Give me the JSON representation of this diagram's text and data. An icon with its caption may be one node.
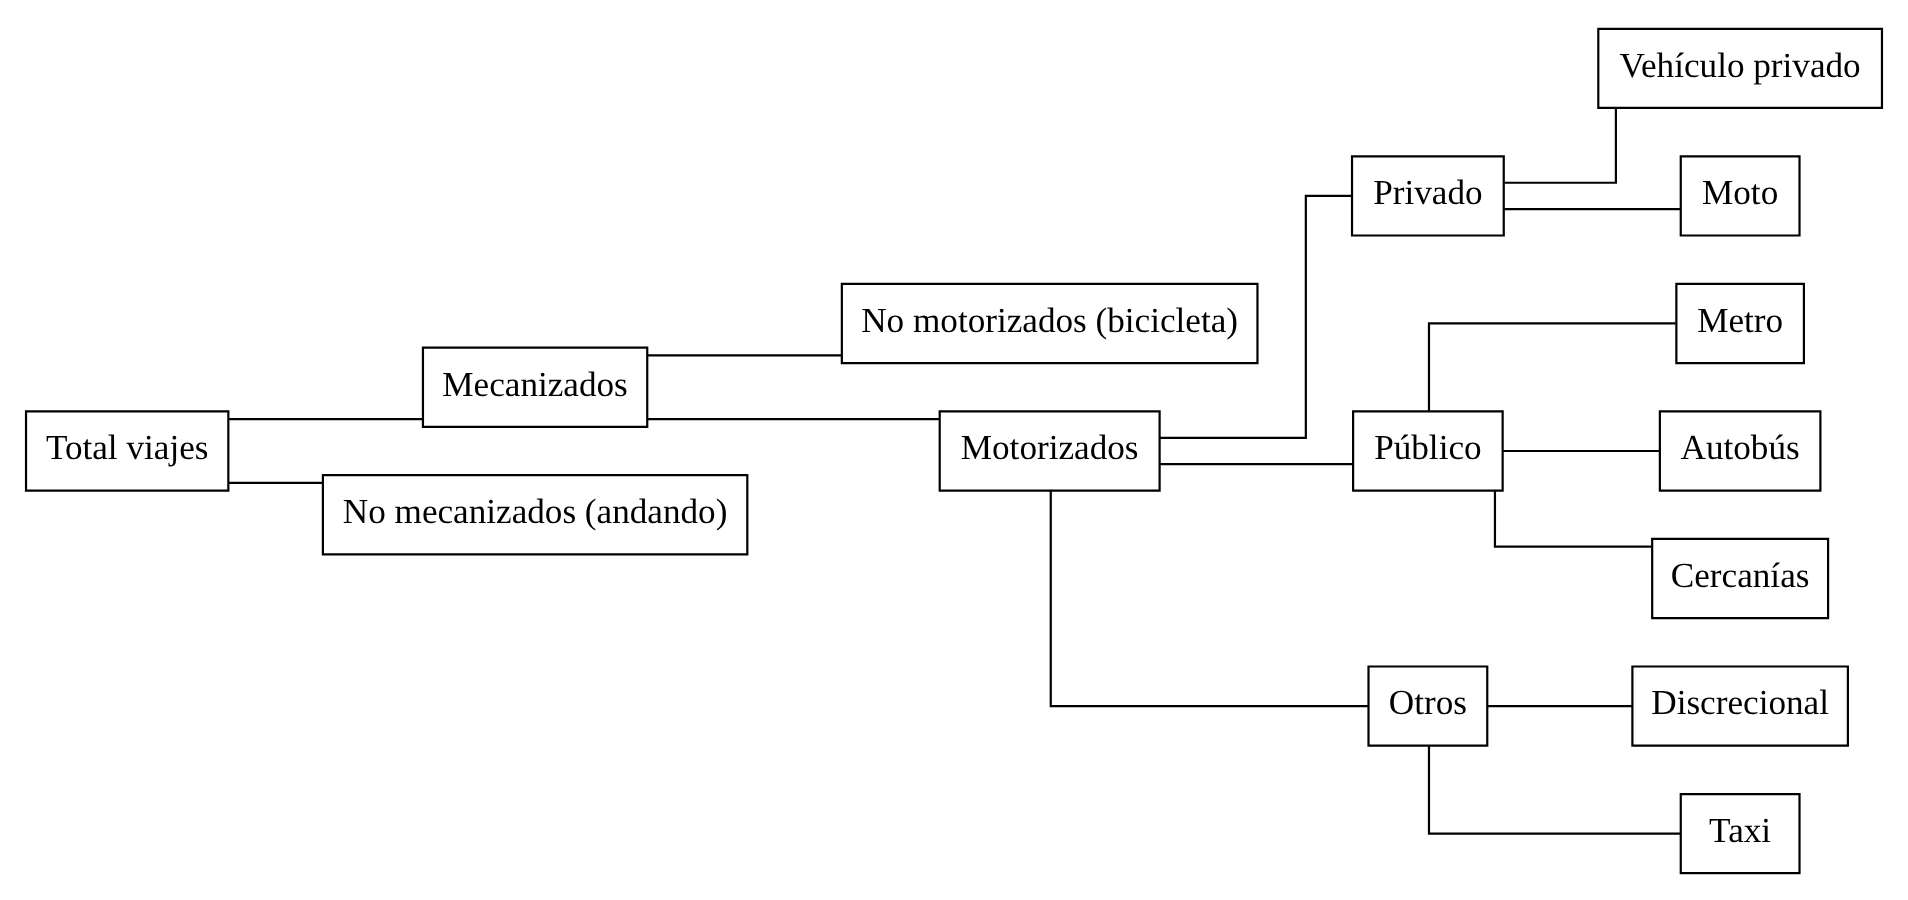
{
  "diagram": {
    "nodes": [
      {
        "text": [
          "Total viajes"
        ]
      },
      {
        "text": [
          "Mecanizados"
        ]
      },
      {
        "text": [
          "No mecanizados (andando)"
        ]
      },
      {
        "text": [
          "No motorizados (bicicleta)"
        ]
      },
      {
        "text": [
          "Motorizados"
        ]
      },
      {
        "text": [
          "Privado"
        ]
      },
      {
        "text": [
          "Público"
        ]
      },
      {
        "text": [
          "Otros"
        ]
      },
      {
        "text": [
          "Vehículo privado"
        ]
      },
      {
        "text": [
          "Moto"
        ]
      },
      {
        "text": [
          "Metro"
        ]
      },
      {
        "text": [
          "Autobús"
        ]
      },
      {
        "text": [
          "Cercanías"
        ]
      },
      {
        "text": [
          "Discrecional"
        ]
      },
      {
        "text": [
          "Taxi"
        ]
      }
    ],
    "edges": [
      {
        "from": 0,
        "to": 1,
        "arrow": "none"
      },
      {
        "from": 0,
        "to": 2,
        "arrow": "none"
      },
      {
        "from": 1,
        "to": 3,
        "arrow": "none"
      },
      {
        "from": 1,
        "to": 4,
        "arrow": "none"
      },
      {
        "from": 4,
        "to": 5,
        "arrow": "none"
      },
      {
        "from": 4,
        "to": 6,
        "arrow": "none"
      },
      {
        "from": 4,
        "to": 7,
        "arrow": "none"
      },
      {
        "from": 5,
        "to": 8,
        "arrow": "none"
      },
      {
        "from": 5,
        "to": 9,
        "arrow": "none"
      },
      {
        "from": 6,
        "to": 10,
        "arrow": "none"
      },
      {
        "from": 6,
        "to": 11,
        "arrow": "none"
      },
      {
        "from": 6,
        "to": 12,
        "arrow": "none"
      },
      {
        "from": 7,
        "to": 13,
        "arrow": "none"
      },
      {
        "from": 7,
        "to": 14,
        "arrow": "none"
      }
    ]
  }
}
